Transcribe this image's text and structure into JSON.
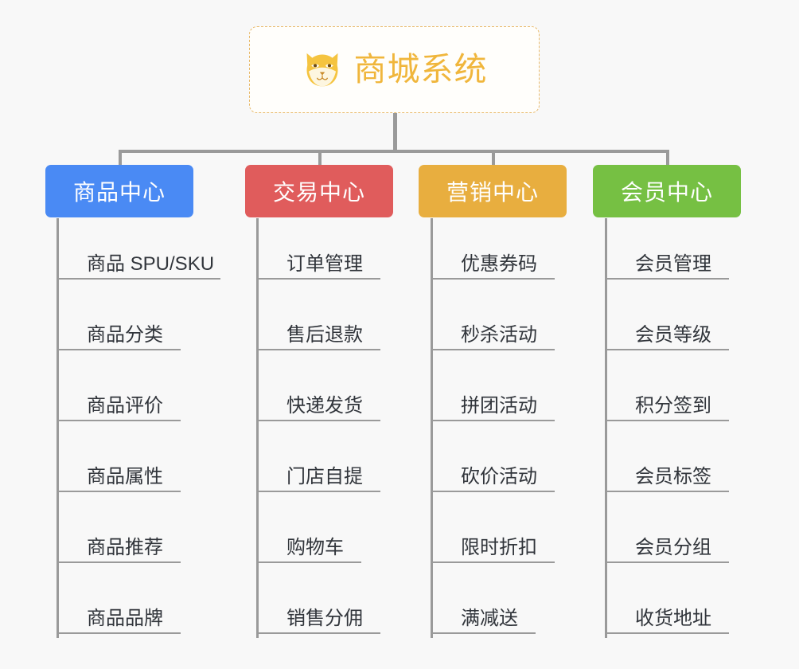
{
  "root": {
    "title": "商城系统",
    "icon": "shiba-dog-face-icon",
    "border_color": "#e8b96a",
    "text_color": "#f0b63c",
    "background": "#fffefb"
  },
  "canvas": {
    "background": "#f8f8f8",
    "connector_color": "#9a9a9a",
    "item_text_color": "#31353b"
  },
  "columns": [
    {
      "id": "product-center",
      "title": "商品中心",
      "color": "#4a8af4",
      "items": [
        "商品 SPU/SKU",
        "商品分类",
        "商品评价",
        "商品属性",
        "商品推荐",
        "商品品牌"
      ]
    },
    {
      "id": "trade-center",
      "title": "交易中心",
      "color": "#e05c5c",
      "items": [
        "订单管理",
        "售后退款",
        "快递发货",
        "门店自提",
        "购物车",
        "销售分佣"
      ]
    },
    {
      "id": "marketing-center",
      "title": "营销中心",
      "color": "#e8ae3f",
      "items": [
        "优惠券码",
        "秒杀活动",
        "拼团活动",
        "砍价活动",
        "限时折扣",
        "满减送"
      ]
    },
    {
      "id": "member-center",
      "title": "会员中心",
      "color": "#76c043",
      "items": [
        "会员管理",
        "会员等级",
        "积分签到",
        "会员标签",
        "会员分组",
        "收货地址"
      ]
    }
  ]
}
